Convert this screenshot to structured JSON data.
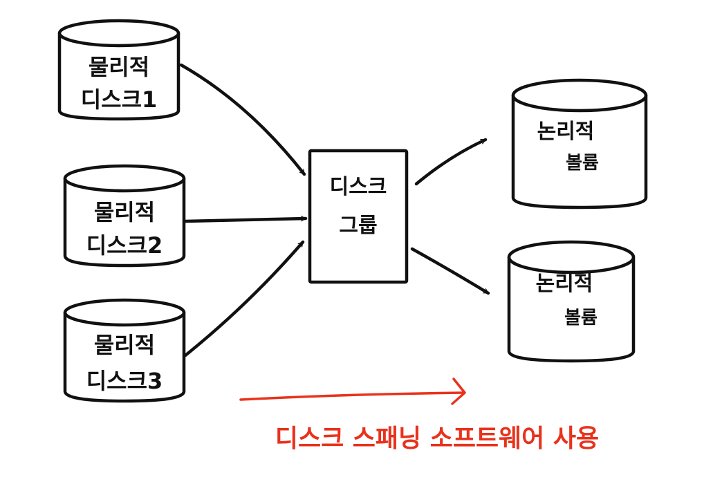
{
  "diagram": {
    "physical_disks": [
      {
        "line1": "물리적",
        "line2": "디스크1"
      },
      {
        "line1": "물리적",
        "line2": "디스크2"
      },
      {
        "line1": "물리적",
        "line2": "디스크3"
      }
    ],
    "disk_group": {
      "line1": "디스크",
      "line2": "그룹"
    },
    "logical_volumes": [
      {
        "line1": "논리적",
        "line2": "볼륨"
      },
      {
        "line1": "논리적",
        "line2": "볼륨"
      }
    ],
    "caption": "디스크 스패닝 소프트웨어 사용",
    "colors": {
      "ink": "#111111",
      "accent": "#e8321c",
      "background": "#ffffff"
    }
  }
}
